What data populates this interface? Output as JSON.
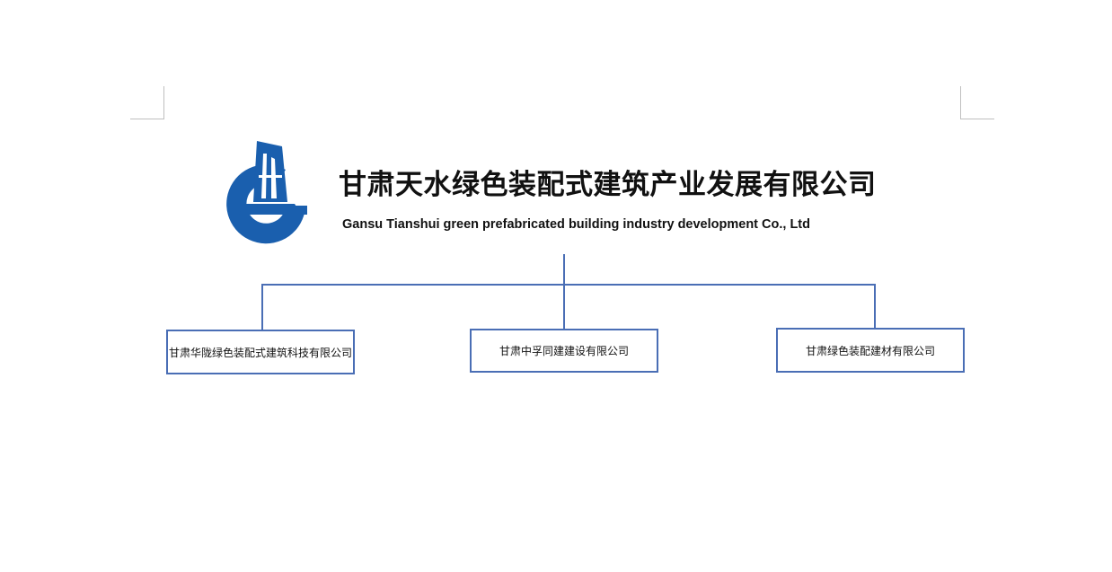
{
  "header": {
    "company_name_cn": "甘肃天水绿色装配式建筑产业发展有限公司",
    "company_name_en": "Gansu Tianshui green prefabricated building industry development Co., Ltd"
  },
  "org_chart": {
    "subsidiaries": [
      {
        "label": "甘肃华陇绿色装配式建筑科技有限公司"
      },
      {
        "label": "甘肃中孚同建建设有限公司"
      },
      {
        "label": "甘肃绿色装配建材有限公司"
      }
    ]
  },
  "colors": {
    "logo_blue": "#1a5fae",
    "connector_blue": "#4a6eb5"
  }
}
